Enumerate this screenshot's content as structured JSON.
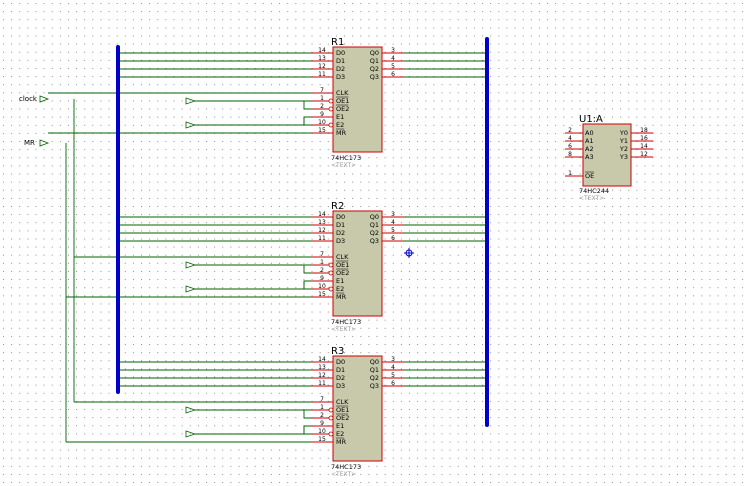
{
  "net_labels": {
    "clock": "clock",
    "mr": "MR"
  },
  "register_pins": {
    "left": [
      {
        "num": "14",
        "name": "D0"
      },
      {
        "num": "13",
        "name": "D1"
      },
      {
        "num": "12",
        "name": "D2"
      },
      {
        "num": "11",
        "name": "D3"
      },
      {
        "num": "7",
        "name": "CLK"
      },
      {
        "num": "1",
        "name": "OE1"
      },
      {
        "num": "2",
        "name": "OE2"
      },
      {
        "num": "9",
        "name": "E1"
      },
      {
        "num": "10",
        "name": "E2"
      },
      {
        "num": "15",
        "name": "MR"
      }
    ],
    "right": [
      {
        "num": "3",
        "name": "Q0"
      },
      {
        "num": "4",
        "name": "Q1"
      },
      {
        "num": "5",
        "name": "Q2"
      },
      {
        "num": "6",
        "name": "Q3"
      }
    ]
  },
  "registers": [
    {
      "ref": "R1",
      "part": "74HC173",
      "text": "<TEXT>"
    },
    {
      "ref": "R2",
      "part": "74HC173",
      "text": "<TEXT>"
    },
    {
      "ref": "R3",
      "part": "74HC173",
      "text": "<TEXT>"
    }
  ],
  "decoder": {
    "ref": "U1:A",
    "part": "74HC244",
    "text": "<TEXT>",
    "left": [
      {
        "num": "2",
        "name": "A0"
      },
      {
        "num": "4",
        "name": "A1"
      },
      {
        "num": "6",
        "name": "A2"
      },
      {
        "num": "8",
        "name": "A3"
      },
      {
        "num": "1",
        "name": "OE"
      }
    ],
    "right": [
      {
        "num": "18",
        "name": "Y0"
      },
      {
        "num": "16",
        "name": "Y1"
      },
      {
        "num": "14",
        "name": "Y2"
      },
      {
        "num": "12",
        "name": "Y3"
      }
    ]
  },
  "colors": {
    "bus": "#0000cc",
    "wire": "#006400",
    "component": "#cc0000",
    "body": "#c8c8aa",
    "grid": "#909090"
  }
}
